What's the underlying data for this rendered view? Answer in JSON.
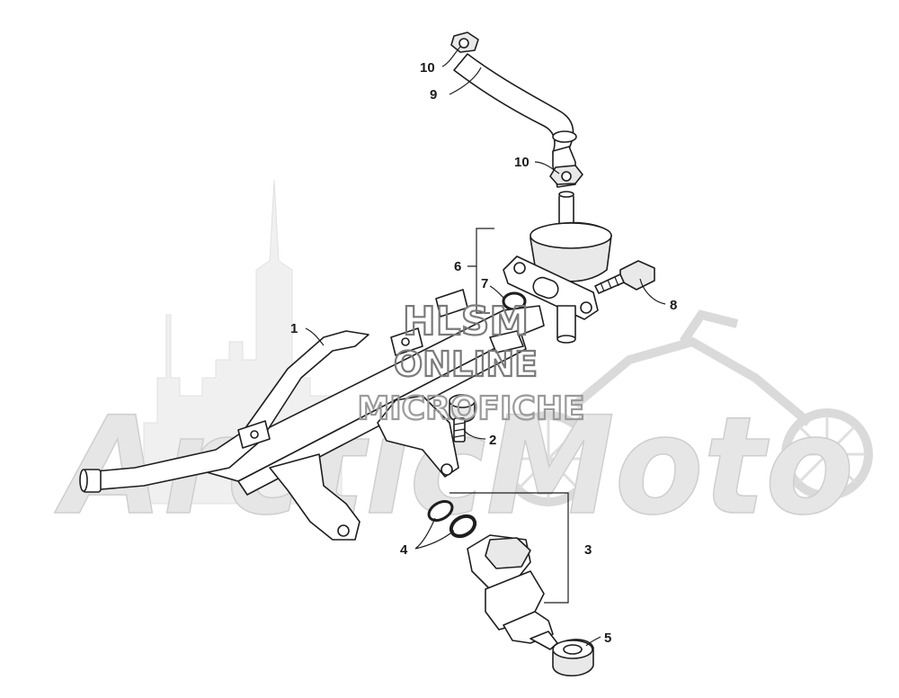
{
  "diagram": {
    "callouts": [
      {
        "id": "c10a",
        "label": "10"
      },
      {
        "id": "c9",
        "label": "9"
      },
      {
        "id": "c10b",
        "label": "10"
      },
      {
        "id": "c6",
        "label": "6"
      },
      {
        "id": "c7",
        "label": "7"
      },
      {
        "id": "c8",
        "label": "8"
      },
      {
        "id": "c1",
        "label": "1"
      },
      {
        "id": "c2",
        "label": "2"
      },
      {
        "id": "c4",
        "label": "4"
      },
      {
        "id": "c3",
        "label": "3"
      },
      {
        "id": "c5",
        "label": "5"
      }
    ]
  },
  "watermark": {
    "line1": "HLSM",
    "line2": "ONLINE",
    "line3": "MICROFICHE",
    "brand": "ArcticMoto"
  },
  "colors": {
    "ink": "#1e1e1e",
    "watermark": "#c8c8c8"
  }
}
